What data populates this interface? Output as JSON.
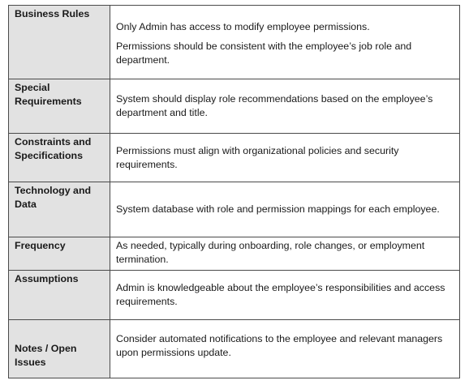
{
  "rows": [
    {
      "label": "Business Rules",
      "lines": [
        "Only Admin has access to modify employee permissions.",
        "Permissions should be consistent with the employee’s job role and department."
      ]
    },
    {
      "label": "Special Requirements",
      "lines": [
        "System should display role recommendations based on the employee’s department and title."
      ]
    },
    {
      "label": "Constraints and Specifications",
      "lines": [
        "Permissions must align with organizational policies and security requirements."
      ]
    },
    {
      "label": "Technology and Data",
      "lines": [
        "System database with role and permission mappings for each employee."
      ]
    },
    {
      "label": "Frequency",
      "lines": [
        "As needed, typically during onboarding, role changes, or employment termination."
      ]
    },
    {
      "label": "Assumptions",
      "lines": [
        "Admin is knowledgeable about the employee’s responsibilities and access requirements."
      ]
    },
    {
      "label": "Notes / Open Issues",
      "lines": [
        "Consider automated notifications to the employee and relevant managers upon permissions update."
      ]
    }
  ]
}
